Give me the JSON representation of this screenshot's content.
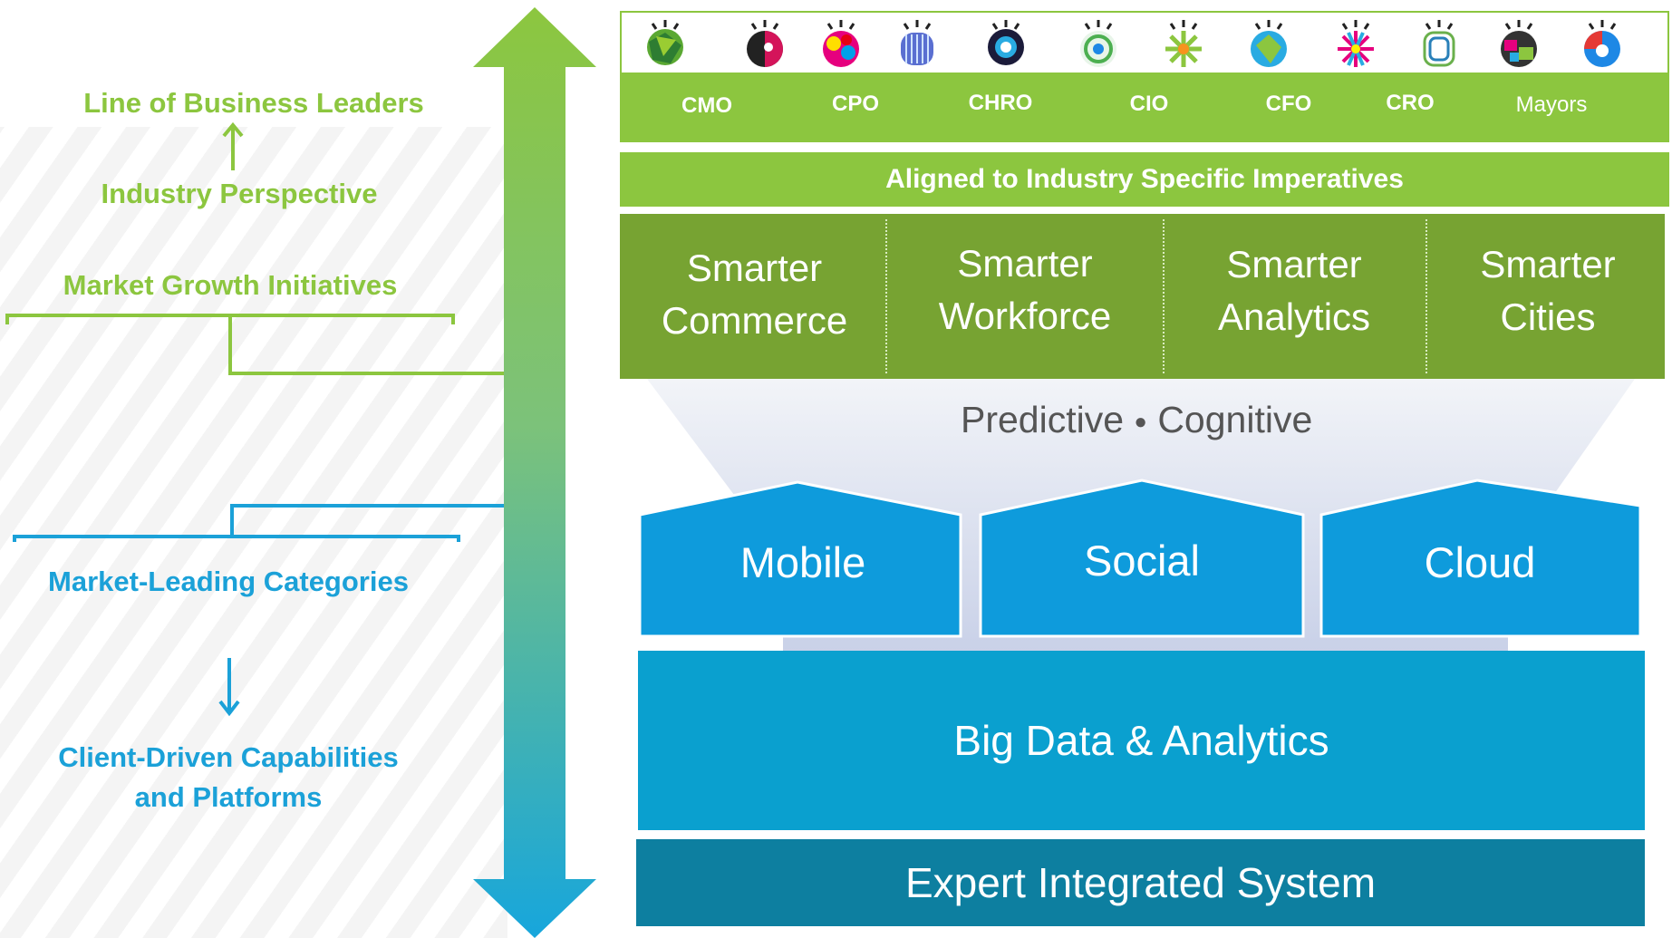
{
  "left_panel": {
    "line_of_business": "Line of Business Leaders",
    "industry_perspective": "Industry Perspective",
    "market_growth": "Market Growth Initiatives",
    "market_leading": "Market-Leading Categories",
    "client_driven_line1": "Client-Driven Capabilities",
    "client_driven_line2": "and Platforms"
  },
  "roles": [
    "CMO",
    "CPO",
    "CHRO",
    "CIO",
    "CFO",
    "CRO",
    "Mayors"
  ],
  "icons": [
    "ibm-eye-bee-m-icon-1",
    "ibm-eye-bee-m-icon-2",
    "ibm-eye-bee-m-icon-3",
    "ibm-eye-bee-m-icon-4",
    "ibm-eye-bee-m-icon-5",
    "ibm-eye-bee-m-icon-6",
    "ibm-eye-bee-m-icon-7",
    "ibm-eye-bee-m-icon-8",
    "ibm-eye-bee-m-icon-9",
    "ibm-eye-bee-m-icon-10",
    "ibm-eye-bee-m-icon-11",
    "ibm-eye-bee-m-icon-12"
  ],
  "aligned_bar": "Aligned to Industry Specific Imperatives",
  "smarter": [
    {
      "line1": "Smarter",
      "line2": "Commerce"
    },
    {
      "line1": "Smarter",
      "line2": "Workforce"
    },
    {
      "line1": "Smarter",
      "line2": "Analytics"
    },
    {
      "line1": "Smarter",
      "line2": "Cities"
    }
  ],
  "predictive": "Predictive",
  "cognitive": "Cognitive",
  "pillars": [
    "Mobile",
    "Social",
    "Cloud"
  ],
  "big_data": "Big Data & Analytics",
  "expert_system": "Expert Integrated System",
  "colors": {
    "green_light": "#8cc63f",
    "green_dark": "#77a332",
    "blue": "#1ba1d8",
    "teal": "#0d7fa0",
    "big_data_blue": "#0aa0cf"
  }
}
